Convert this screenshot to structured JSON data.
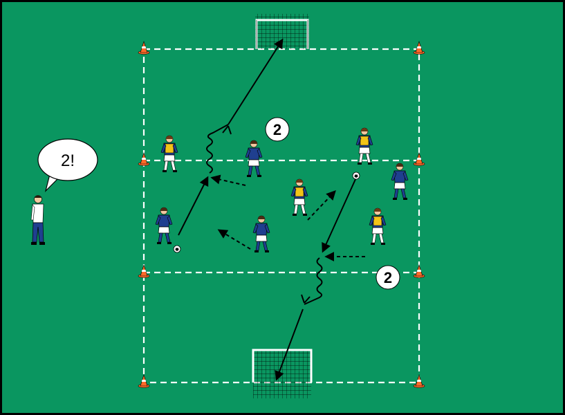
{
  "diagram": {
    "field_color": "#0a9660",
    "line_color": "#ffffff",
    "cone_color": "#ff6a2a",
    "home_shirt": "#1f3f8f",
    "bib_color": "#f2c418",
    "coach_call": "2!",
    "badges": [
      "2",
      "2"
    ]
  }
}
